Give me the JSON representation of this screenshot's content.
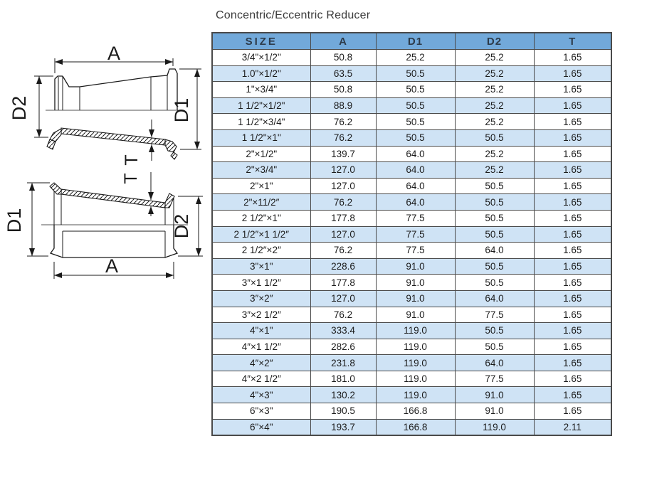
{
  "header": {
    "title": "Concentric/Eccentric Reducer"
  },
  "chart_data": {
    "type": "table",
    "columns": [
      "SIZE",
      "A",
      "D1",
      "D2",
      "T"
    ],
    "rows": [
      [
        "3/4\"×1/2\"",
        "50.8",
        "25.2",
        "25.2",
        "1.65"
      ],
      [
        "1.0\"×1/2\"",
        "63.5",
        "50.5",
        "25.2",
        "1.65"
      ],
      [
        "1\"×3/4\"",
        "50.8",
        "50.5",
        "25.2",
        "1.65"
      ],
      [
        "1 1/2\"×1/2\"",
        "88.9",
        "50.5",
        "25.2",
        "1.65"
      ],
      [
        "1 1/2\"×3/4\"",
        "76.2",
        "50.5",
        "25.2",
        "1.65"
      ],
      [
        "1 1/2\"×1\"",
        "76.2",
        "50.5",
        "50.5",
        "1.65"
      ],
      [
        "2\"×1/2\"",
        "139.7",
        "64.0",
        "25.2",
        "1.65"
      ],
      [
        "2\"×3/4\"",
        "127.0",
        "64.0",
        "25.2",
        "1.65"
      ],
      [
        "2\"×1\"",
        "127.0",
        "64.0",
        "50.5",
        "1.65"
      ],
      [
        "2\"×11/2″",
        "76.2",
        "64.0",
        "50.5",
        "1.65"
      ],
      [
        "2 1/2\"×1\"",
        "177.8",
        "77.5",
        "50.5",
        "1.65"
      ],
      [
        "2 1/2″×1 1/2″",
        "127.0",
        "77.5",
        "50.5",
        "1.65"
      ],
      [
        "2 1/2″×2″",
        "76.2",
        "77.5",
        "64.0",
        "1.65"
      ],
      [
        "3\"×1\"",
        "228.6",
        "91.0",
        "50.5",
        "1.65"
      ],
      [
        "3″×1 1/2″",
        "177.8",
        "91.0",
        "50.5",
        "1.65"
      ],
      [
        "3″×2″",
        "127.0",
        "91.0",
        "64.0",
        "1.65"
      ],
      [
        "3″×2 1/2″",
        "76.2",
        "91.0",
        "77.5",
        "1.65"
      ],
      [
        "4\"×1\"",
        "333.4",
        "119.0",
        "50.5",
        "1.65"
      ],
      [
        "4″×1 1/2″",
        "282.6",
        "119.0",
        "50.5",
        "1.65"
      ],
      [
        "4″×2″",
        "231.8",
        "119.0",
        "64.0",
        "1.65"
      ],
      [
        "4″×2 1/2″",
        "181.0",
        "119.0",
        "77.5",
        "1.65"
      ],
      [
        "4\"×3\"",
        "130.2",
        "119.0",
        "91.0",
        "1.65"
      ],
      [
        "6\"×3\"",
        "190.5",
        "166.8",
        "91.0",
        "1.65"
      ],
      [
        "6\"×4\"",
        "193.7",
        "166.8",
        "119.0",
        "2.11"
      ]
    ]
  },
  "diagram": {
    "top": {
      "a": "A",
      "d1": "D1",
      "d2": "D2",
      "t": "T"
    },
    "bottom": {
      "a": "A",
      "d1": "D1",
      "d2": "D2",
      "t": "T"
    }
  },
  "colors": {
    "header_bg": "#72a9da",
    "row_alt_bg": "#cfe3f5",
    "row_bg": "#ffffff",
    "border": "#4a4a4a",
    "header_text": "#2d3b4a",
    "body_text": "#1b1b1b",
    "title_text": "#3a3a3a",
    "line": "#1a1a1a"
  }
}
